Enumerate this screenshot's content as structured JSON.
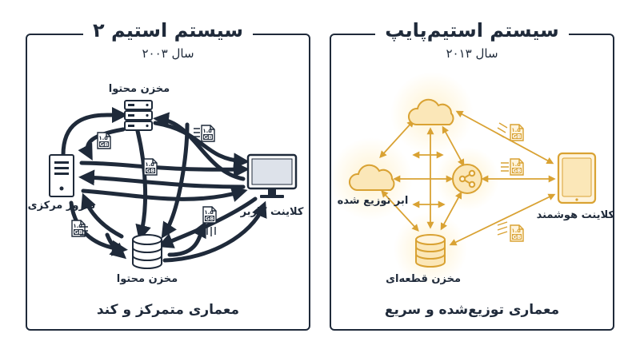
{
  "left": {
    "title": "سیستم استیم ۲",
    "year": "سال ۲۰۰۳",
    "footer": "معماری متمرکز و کند",
    "nodes": {
      "content_store_top": "مخزن محتوا",
      "central_server": "سرور مرکزی",
      "user_client": "کلاینت کاربر",
      "content_store_bottom": "مخزن محتوا"
    },
    "file_badge": {
      "size": "۱.۵",
      "unit": "GB"
    }
  },
  "right": {
    "title": "سیستم استیم‌پایپ",
    "year": "سال ۲۰۱۳",
    "footer": "معماری توزیع‌شده و سریع",
    "nodes": {
      "distributed_cloud": "ابر توزیع شده",
      "smart_client": "کلاینت هوشمند",
      "chunk_store": "مخزن قطعه‌ای"
    },
    "file_badge": {
      "size": "۱.۵",
      "unit": "GB"
    }
  },
  "colors": {
    "dark": "#1f2a3a",
    "amber": "#d9a233",
    "amber_fill": "#fbe7b8",
    "amber_light": "#fff4dc"
  },
  "icons": [
    "server-rack-icon",
    "server-tower-icon",
    "monitor-icon",
    "database-icon",
    "cloud-icon",
    "share-hub-icon",
    "tablet-icon",
    "file-gb-icon"
  ]
}
